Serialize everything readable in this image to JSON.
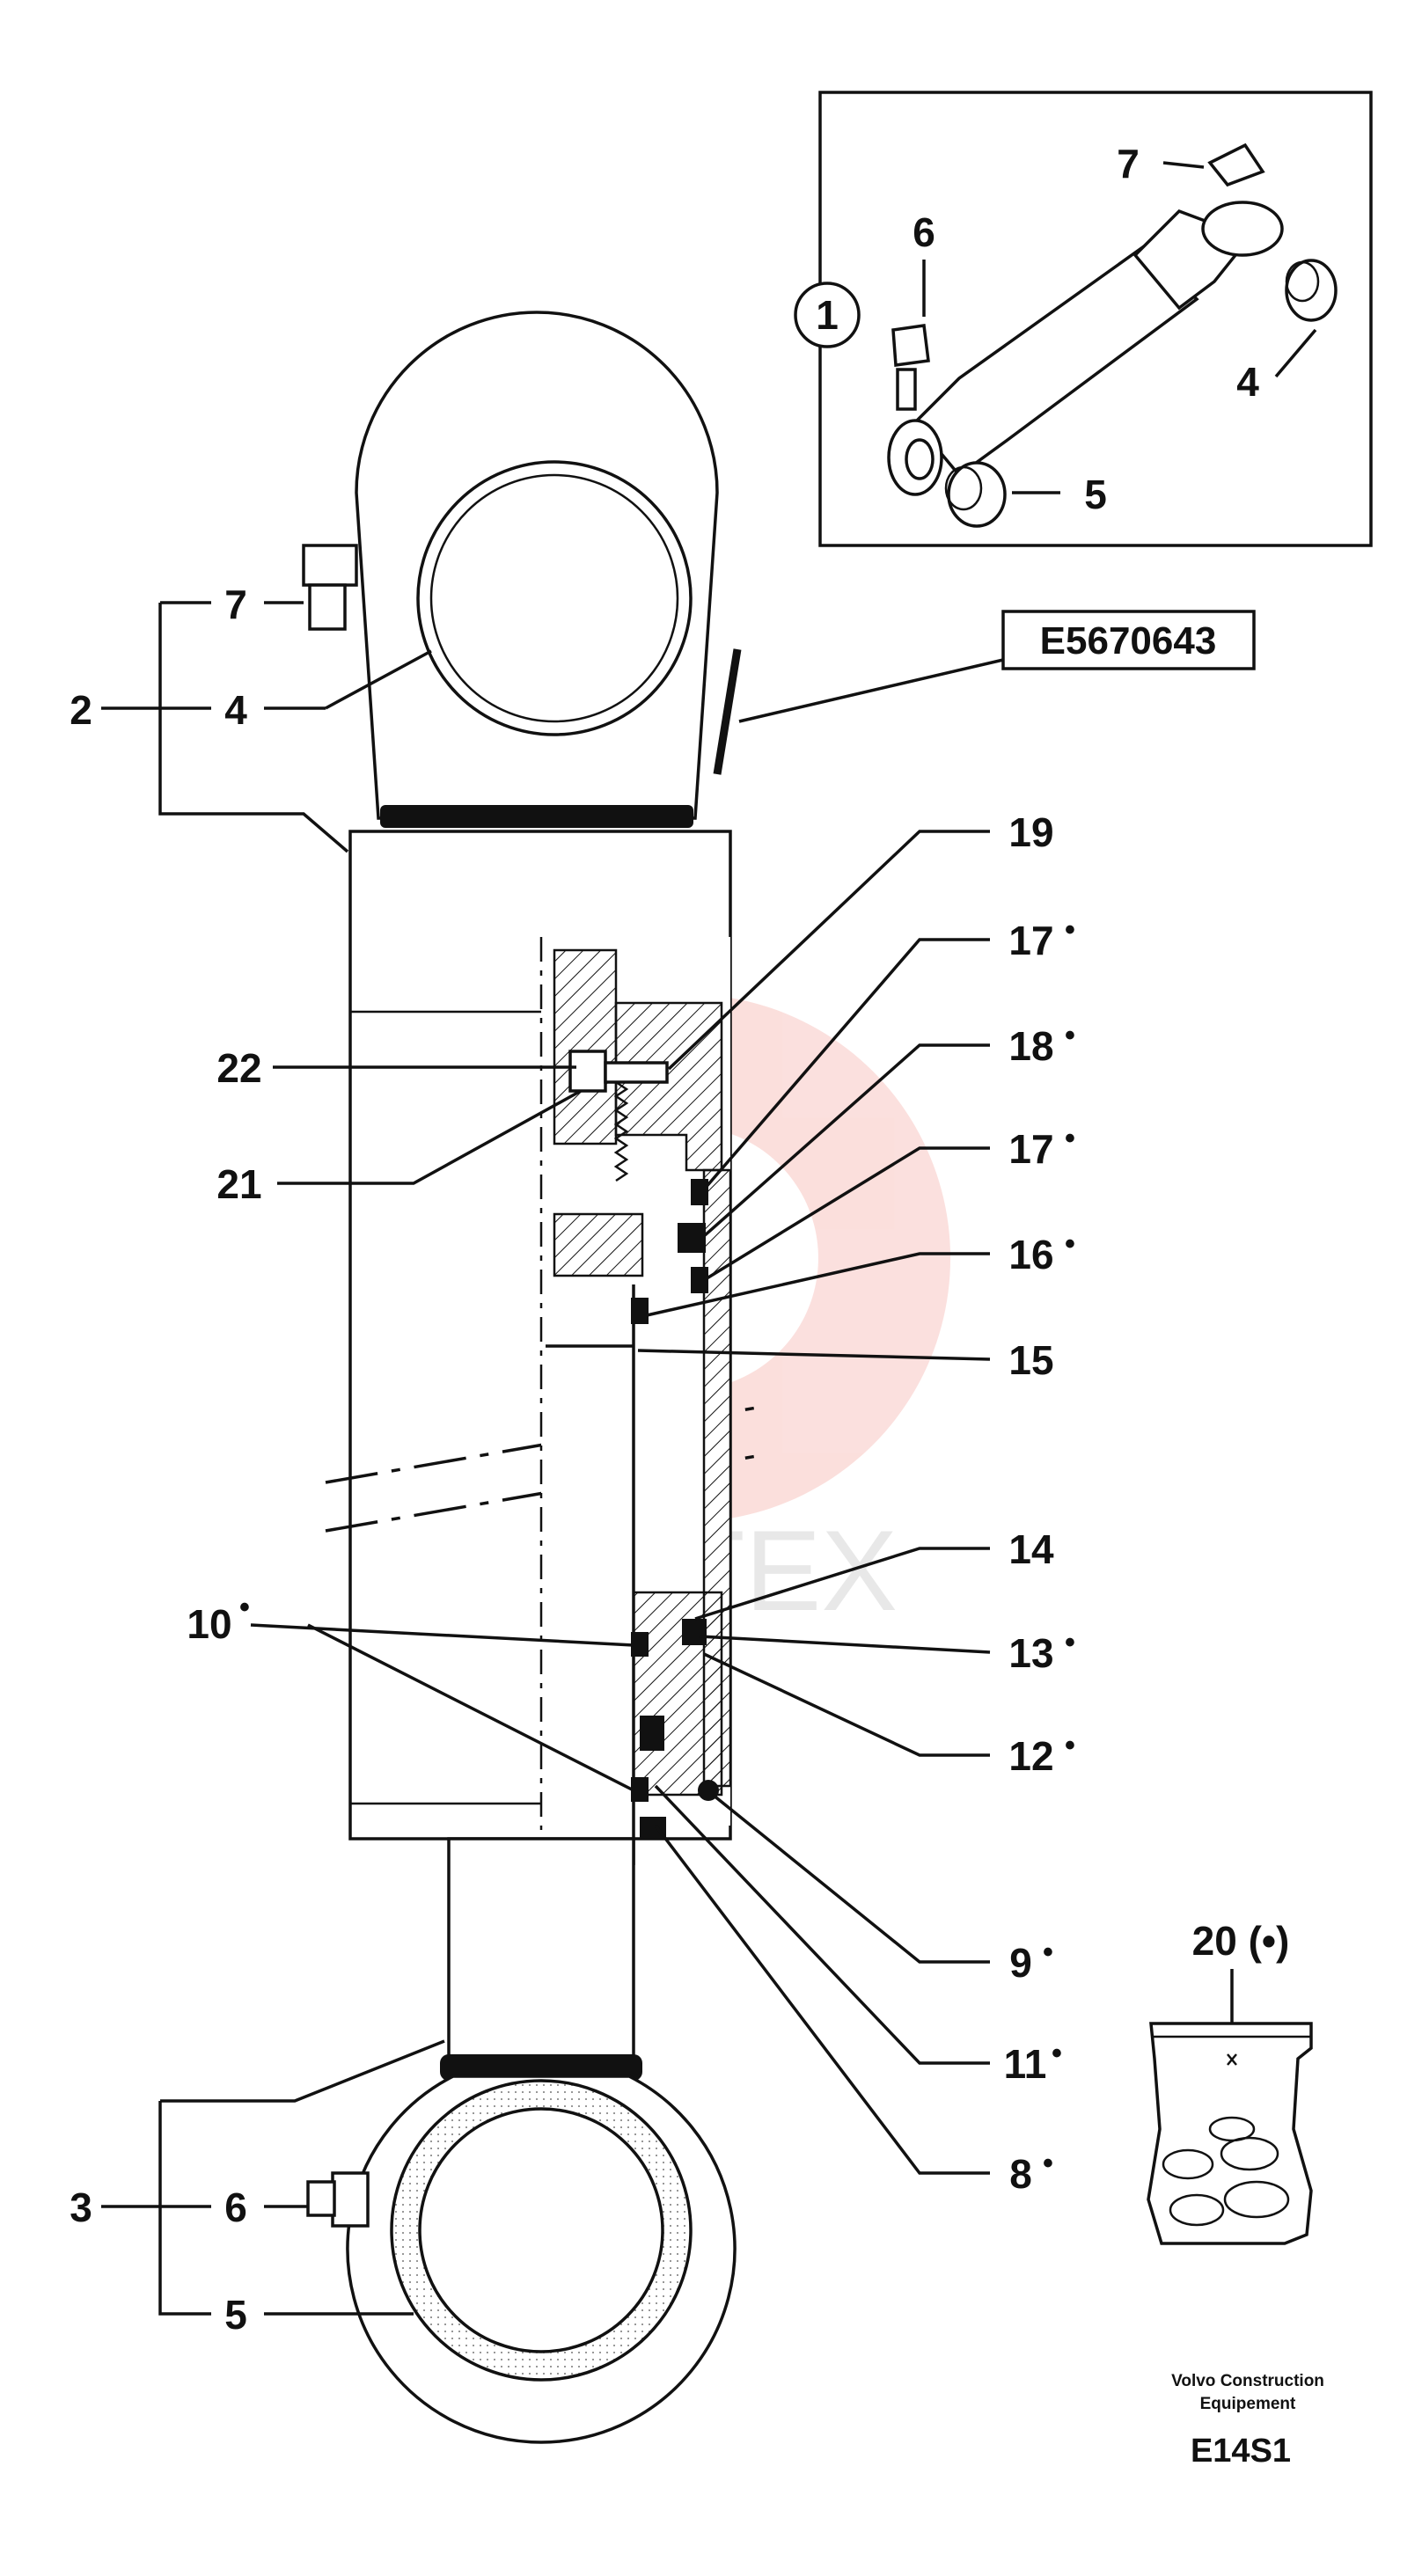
{
  "part_number": "E5670643",
  "page_code": "E14S1",
  "publisher": {
    "line1": "Volvo Construction",
    "line2": "Equipement"
  },
  "watermark_text": "ИНТЕХ",
  "inset_label": "1",
  "kit_label": "20 (•)",
  "callouts": {
    "c2": "2",
    "c3": "3",
    "c4": "4",
    "c5": "5",
    "c6": "6",
    "c7": "7",
    "c8": "8",
    "c9": "9",
    "c10": "10",
    "c11": "11",
    "c12": "12",
    "c13": "13",
    "c14": "14",
    "c15": "15",
    "c16": "16",
    "c17a": "17",
    "c17b": "17",
    "c18": "18",
    "c19": "19",
    "c21": "21",
    "c22": "22",
    "inset4": "4",
    "inset5": "5",
    "inset6": "6",
    "inset7": "7"
  },
  "seal_marker": "•",
  "colors": {
    "line": "#111111",
    "watermark": "#e8402f"
  }
}
